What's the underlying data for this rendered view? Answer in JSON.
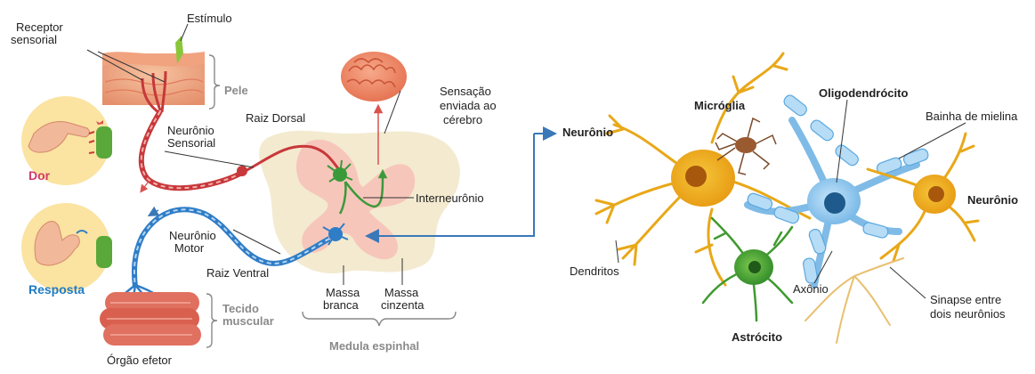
{
  "reflex_arc": {
    "stimulus": "Estímulo",
    "sensory_receptor": [
      "Receptor",
      "sensorial"
    ],
    "skin": "Pele",
    "pain": "Dor",
    "response": "Resposta",
    "sensory_neuron": [
      "Neurônio",
      "Sensorial"
    ],
    "dorsal_root": "Raiz Dorsal",
    "sensation": [
      "Sensação",
      "enviada ao",
      "cérebro"
    ],
    "interneuron": "Interneurônio",
    "motor_neuron": [
      "Neurônio",
      "Motor"
    ],
    "ventral_root": "Raiz Ventral",
    "white_matter": [
      "Massa",
      "branca"
    ],
    "gray_matter": [
      "Massa",
      "cinzenta"
    ],
    "muscle_tissue": [
      "Tecido",
      "muscular"
    ],
    "spinal_cord": "Medula espinhal",
    "effector_organ": "Órgão efetor"
  },
  "glial_cells": {
    "neuron_left": "Neurônio",
    "microglia": "Micróglia",
    "oligodendrocyte": "Oligodendrócito",
    "myelin_sheath": "Bainha de mielina",
    "neuron_right": "Neurônio",
    "dendrites": "Dendritos",
    "axon": "Axônio",
    "synapse": [
      "Sinapse entre",
      "dois neurônios"
    ],
    "astrocyte": "Astrócito"
  },
  "colors": {
    "sensory": "#c8383a",
    "motor": "#2f7dc6",
    "interneuron": "#3a9a3a",
    "neuron_glial": "#e8a818",
    "astrocyte": "#3f9a2f",
    "oligodendrocyte": "#5aa8e0",
    "connector_arrow": "#3a78b8"
  }
}
